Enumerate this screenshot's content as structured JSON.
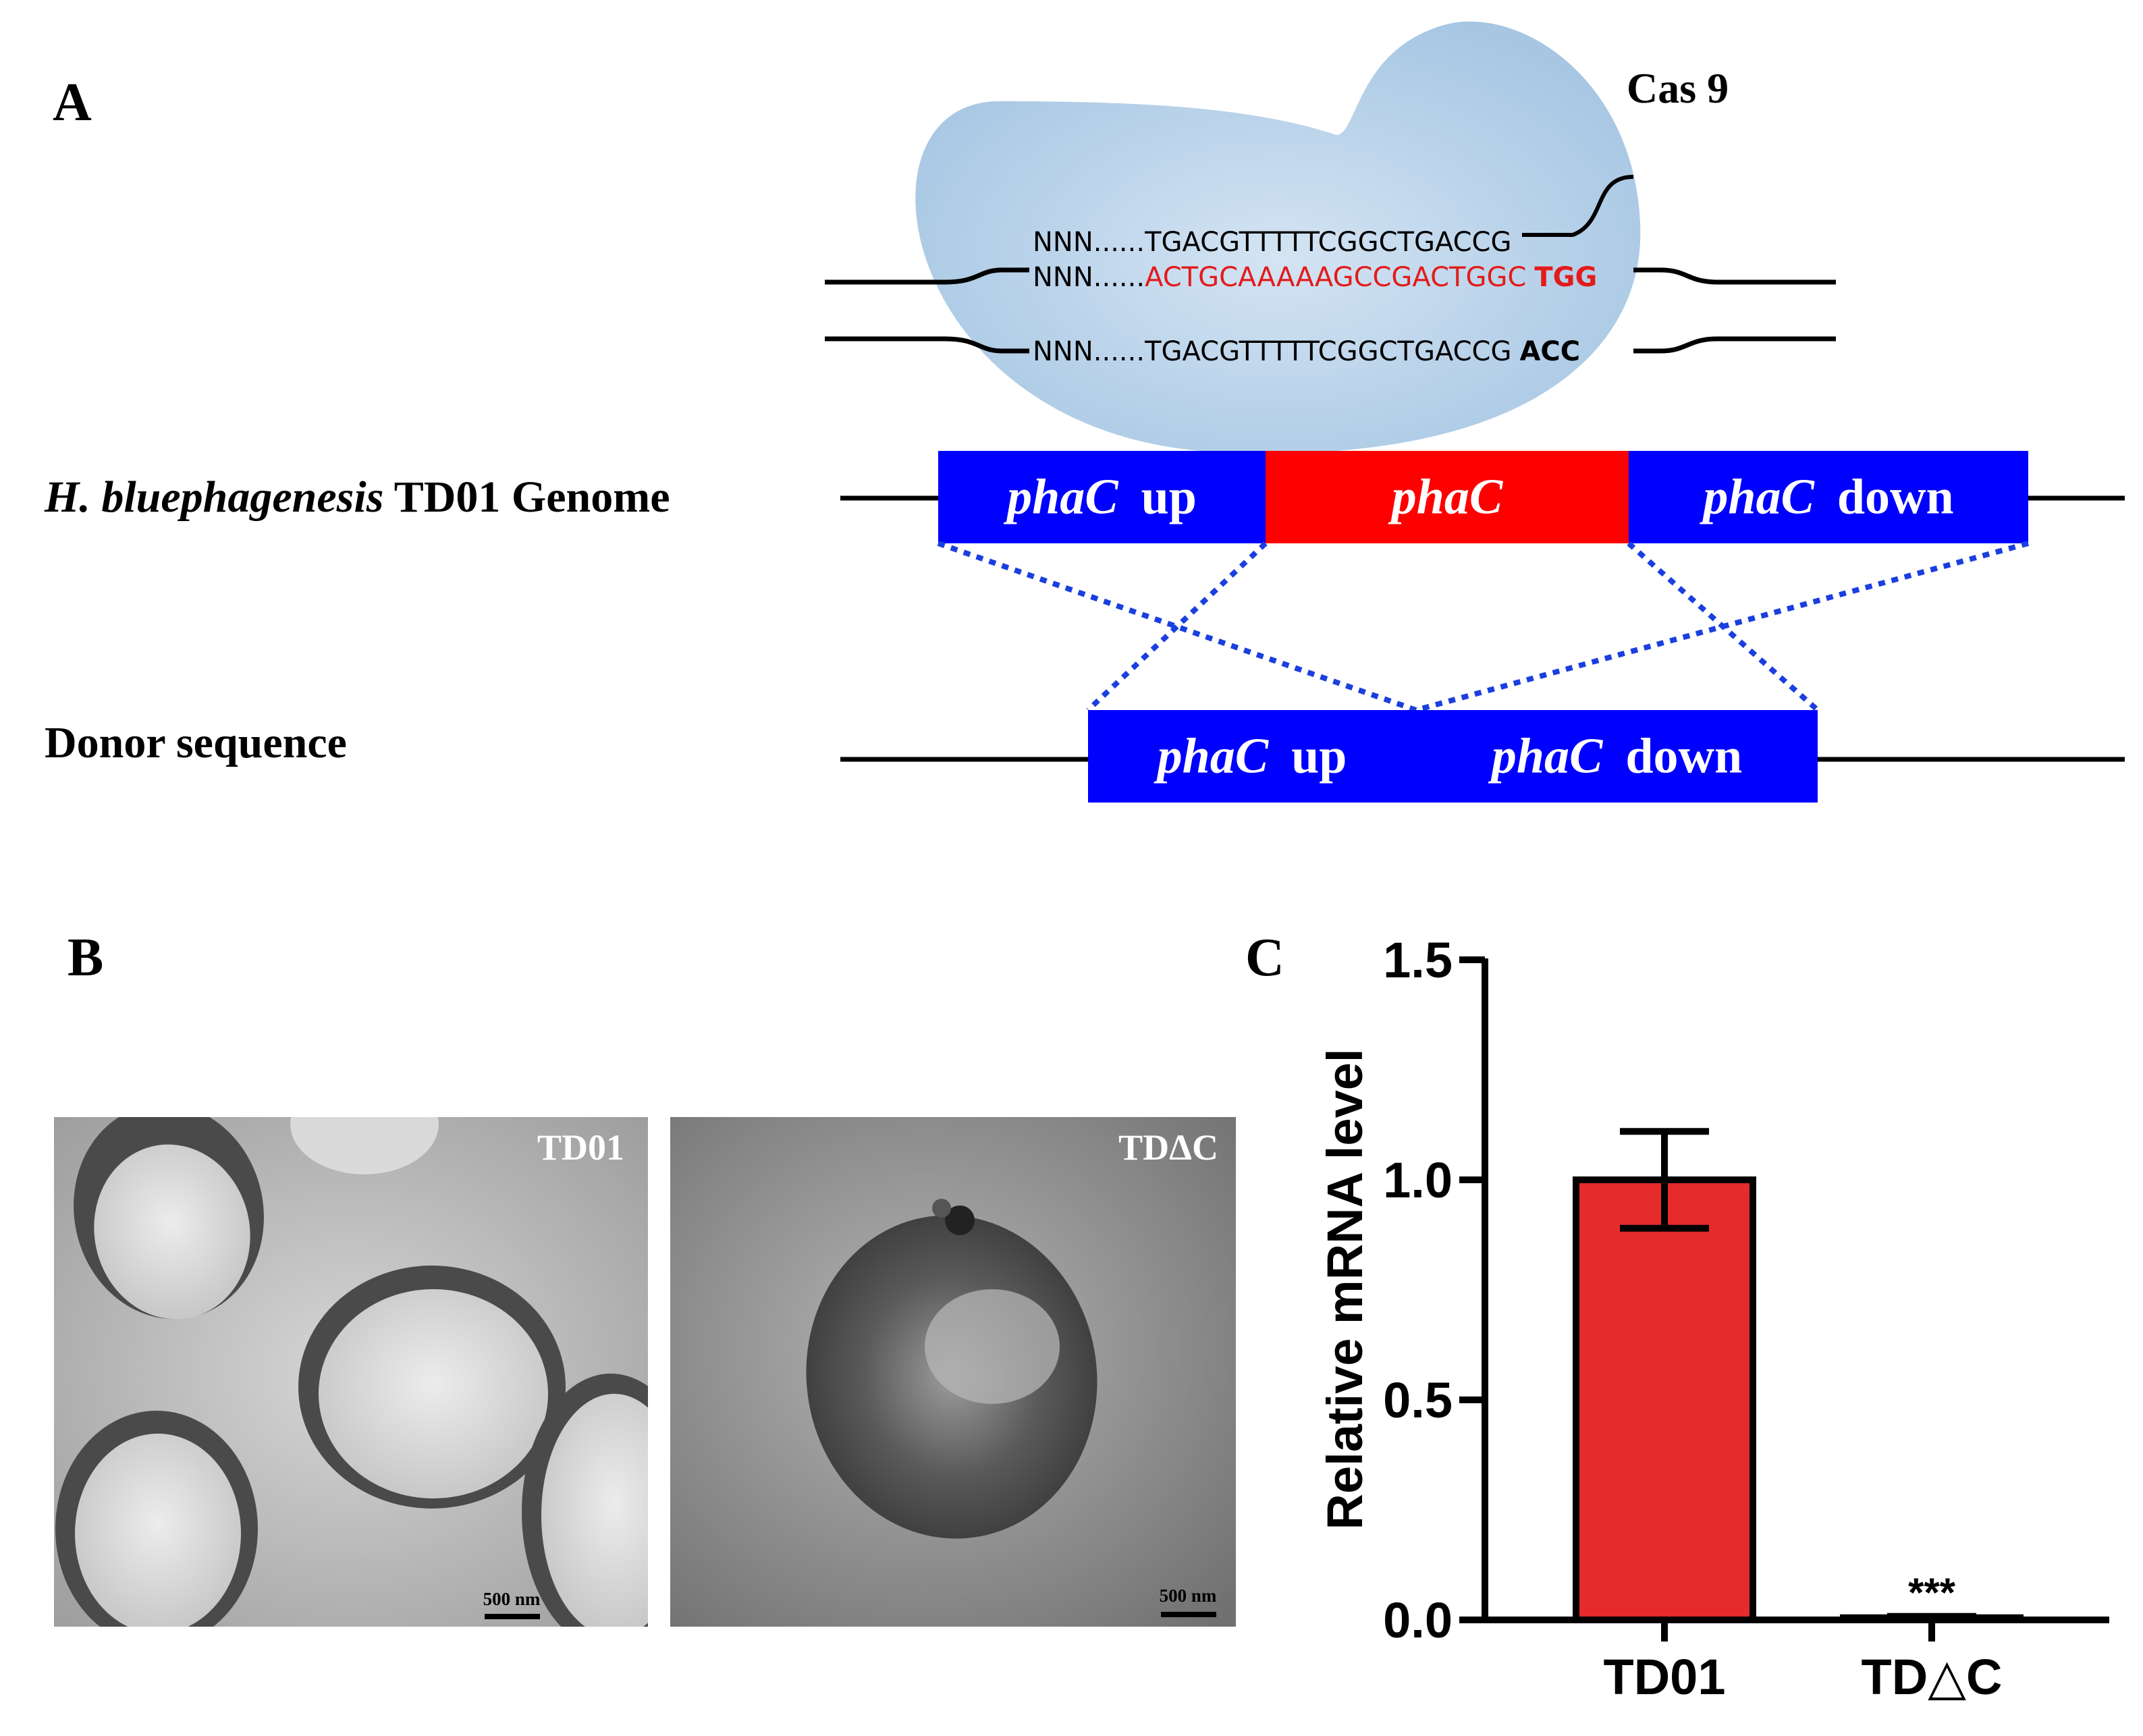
{
  "panel_a": {
    "label": "A",
    "cas_label": "Cas 9",
    "seq_top": {
      "prefix": "NNN......",
      "body": "TGACGTTTTTCGGCTGACCG"
    },
    "seq_mid": {
      "prefix": "NNN......",
      "body": "ACTGCAAAAAGCCGACTGGC",
      "pam": "TGG"
    },
    "seq_bot": {
      "prefix": "NNN......",
      "body": "TGACGTTTTTCGGCTGACCG",
      "pam": "ACC"
    },
    "genome_label_italic": "H. bluephagenesis",
    "genome_label_rest": " TD01 Genome",
    "donor_label": "Donor sequence",
    "genome_blocks": [
      {
        "gene": "phaC",
        "suffix": "up",
        "color": "#0000ff"
      },
      {
        "gene": "phaC",
        "suffix": "",
        "color": "#ff0000"
      },
      {
        "gene": "phaC",
        "suffix": "down",
        "color": "#0000ff"
      }
    ],
    "donor_blocks": [
      {
        "gene": "phaC",
        "suffix": "up",
        "color": "#0000ff"
      },
      {
        "gene": "phaC",
        "suffix": "down",
        "color": "#0000ff"
      }
    ]
  },
  "panel_b": {
    "label": "B",
    "images": [
      {
        "tag": "TD01",
        "scale": "500 nm"
      },
      {
        "tag": "TDΔC",
        "scale": "500 nm"
      }
    ]
  },
  "panel_c": {
    "label": "C",
    "significance": "***"
  },
  "chart_data": {
    "type": "bar",
    "categories": [
      "TD01",
      "TD△C"
    ],
    "values": [
      1.0,
      0.005
    ],
    "errors": [
      0.11,
      0.003
    ],
    "ylabel": "Relative mRNA level",
    "xlabel": "",
    "ylim": [
      0,
      1.5
    ],
    "yticks": [
      "0.0",
      "0.5",
      "1.0",
      "1.5"
    ],
    "bar_color": "#e52b2b",
    "grid": false
  }
}
